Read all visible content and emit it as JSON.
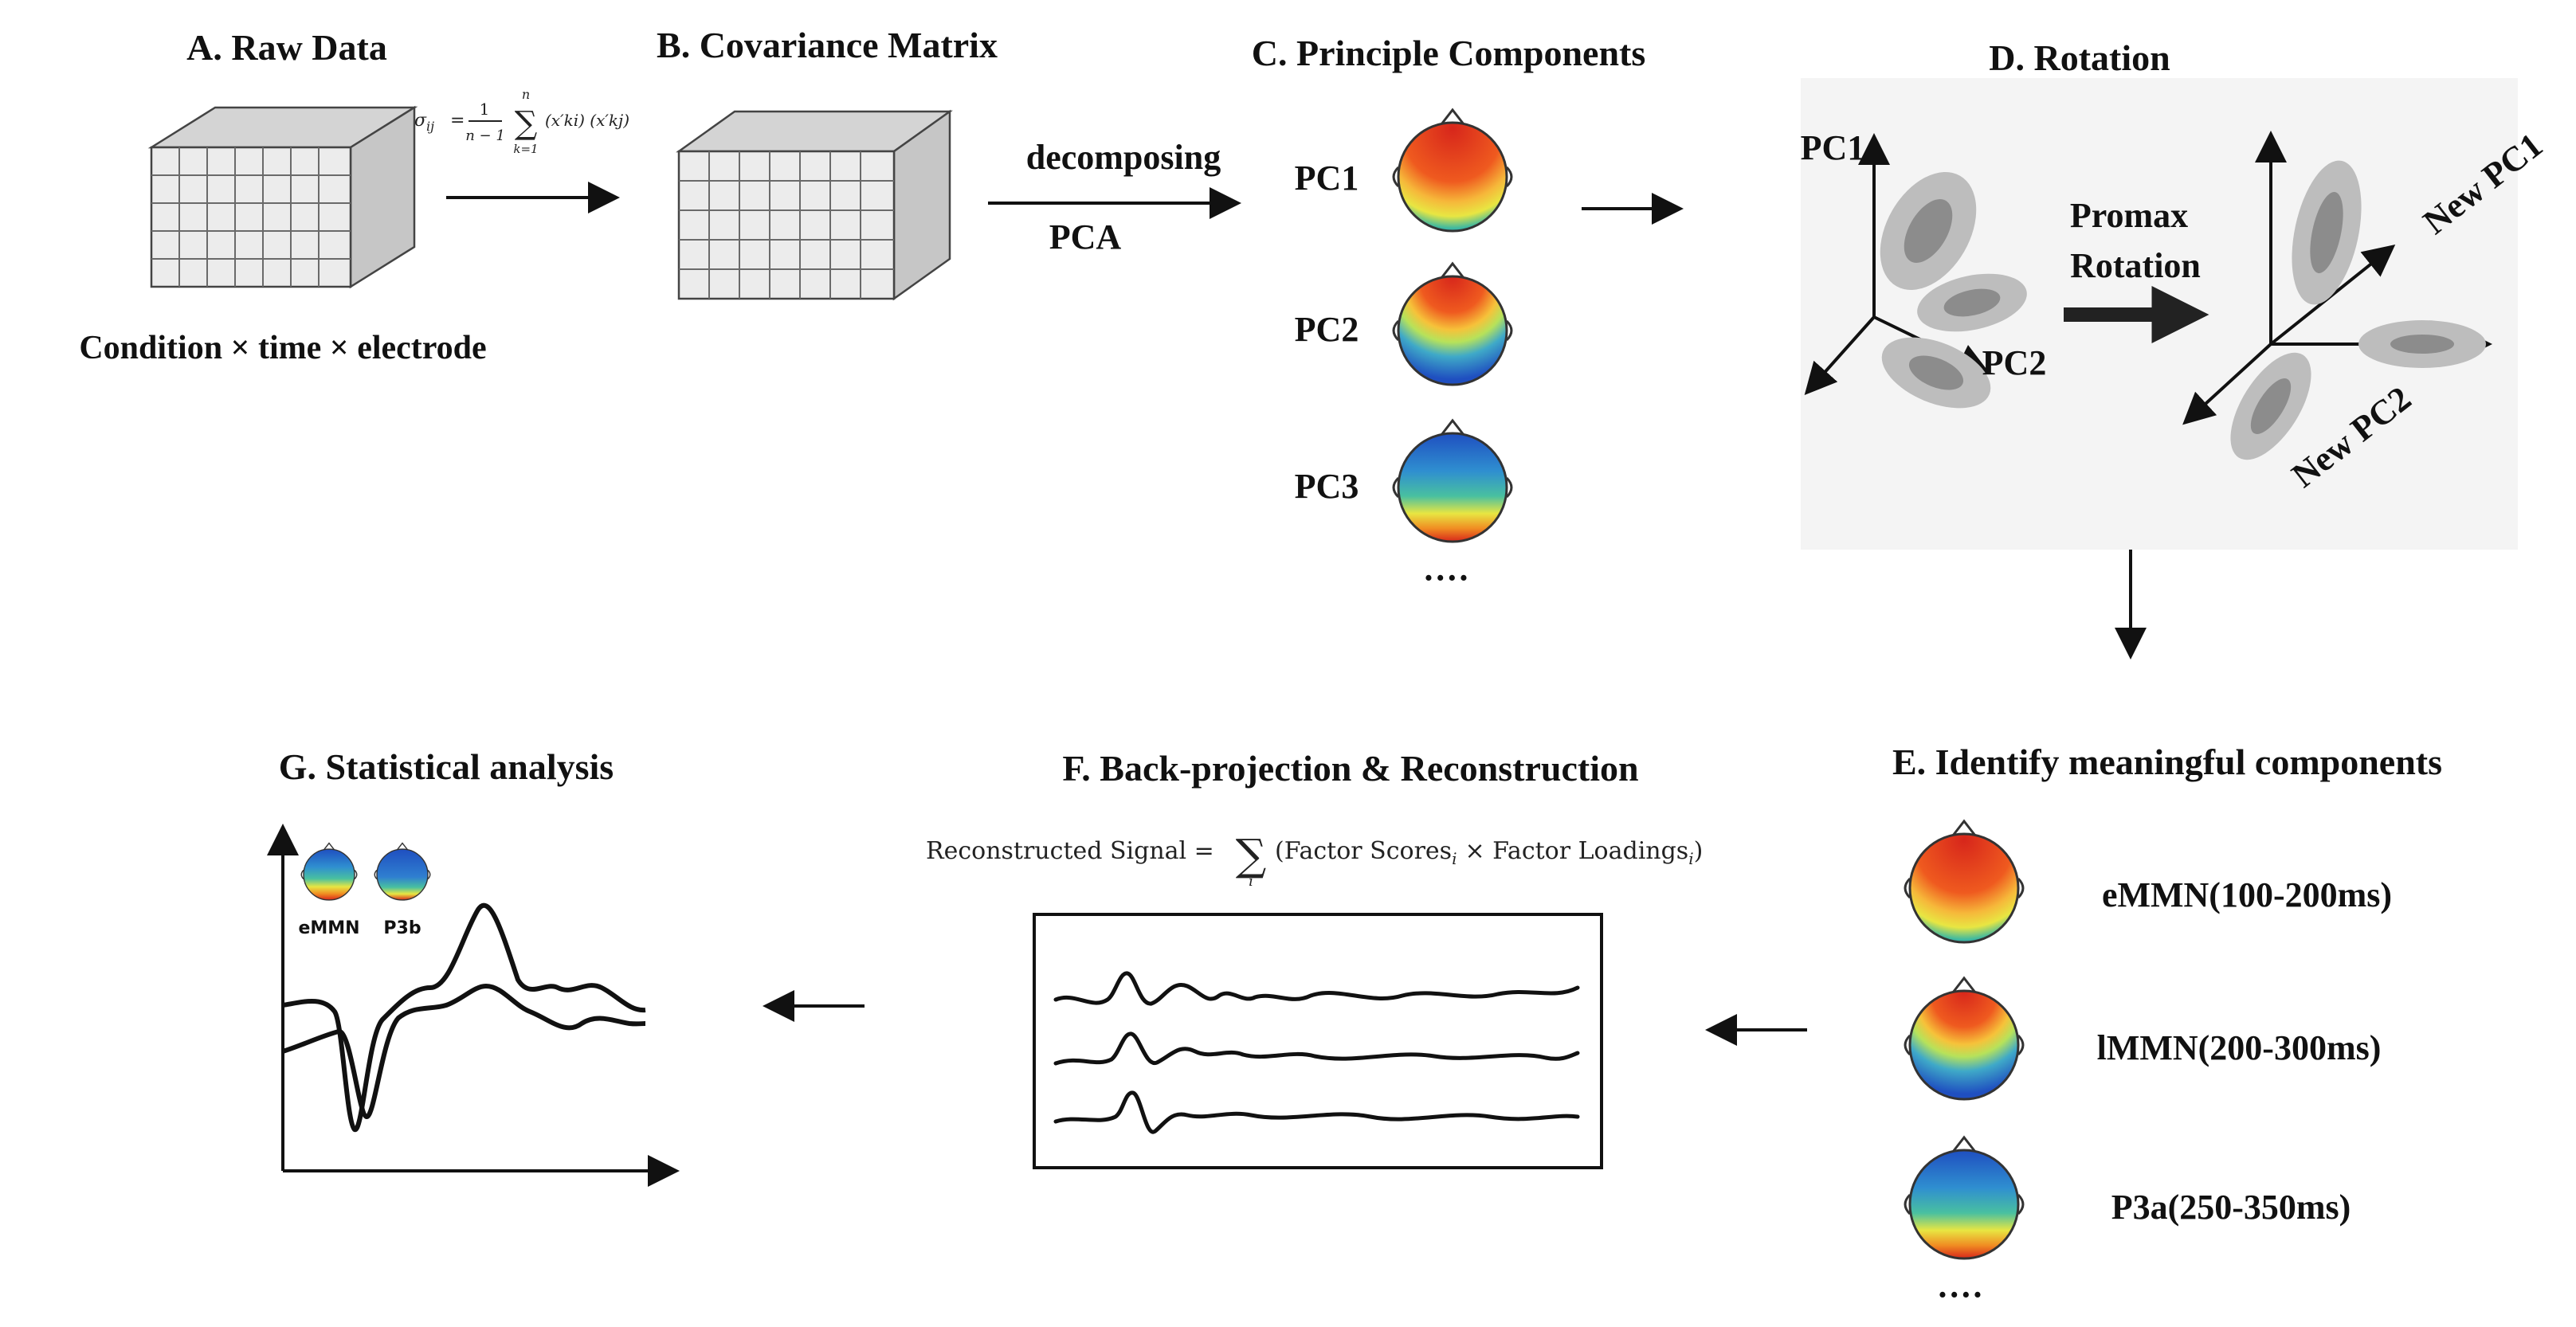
{
  "panels": {
    "a": {
      "title": "A. Raw Data",
      "caption": "Condition × time × electrode"
    },
    "b": {
      "title": "B. Covariance Matrix"
    },
    "c": {
      "title": "C. Principle Components",
      "items": [
        "PC1",
        "PC2",
        "PC3"
      ],
      "more": "····"
    },
    "d": {
      "title": "D. Rotation",
      "pc1": "PC1",
      "pc2": "PC2",
      "method_line1": "Promax",
      "method_line2": "Rotation",
      "new_pc1": "New PC1",
      "new_pc2": "New PC2"
    },
    "e": {
      "title": "E. Identify meaningful components",
      "items": [
        "eMMN(100-200ms)",
        "lMMN(200-300ms)",
        "P3a(250-350ms)"
      ],
      "more": "····"
    },
    "f": {
      "title": "F. Back-projection & Reconstruction"
    },
    "g": {
      "title": "G. Statistical analysis",
      "topo_labels": [
        "eMMN",
        "P3b"
      ]
    }
  },
  "arrows": {
    "decompose_top": "decomposing",
    "decompose_bottom": "PCA"
  },
  "formulas": {
    "covariance": {
      "lhs": "σ",
      "sub": "ij",
      "eq": "=",
      "num": "1",
      "den": "n − 1",
      "sum": "∑",
      "upper": "n",
      "lower": "k=1",
      "terms": "(x′ki) (x′kj)"
    },
    "reconstruction": {
      "lhs": "Reconstructed Signal =",
      "sum": "∑",
      "sub_i": "i",
      "body": "(Factor Scores",
      "times": "× Factor Loadings",
      "close": ")"
    }
  },
  "icons": {
    "cube": "data-cube-icon",
    "topomap": "scalp-topomap-icon",
    "flow_arrow": "arrow-right-icon"
  },
  "colors": {
    "red": "#d7261b",
    "orange": "#f08c22",
    "yellow": "#f0e23c",
    "green": "#3fb9a0",
    "blue": "#1f5fc8",
    "gray_ellipse": "#b8b8b8",
    "gray_core": "#8a8a8a"
  }
}
